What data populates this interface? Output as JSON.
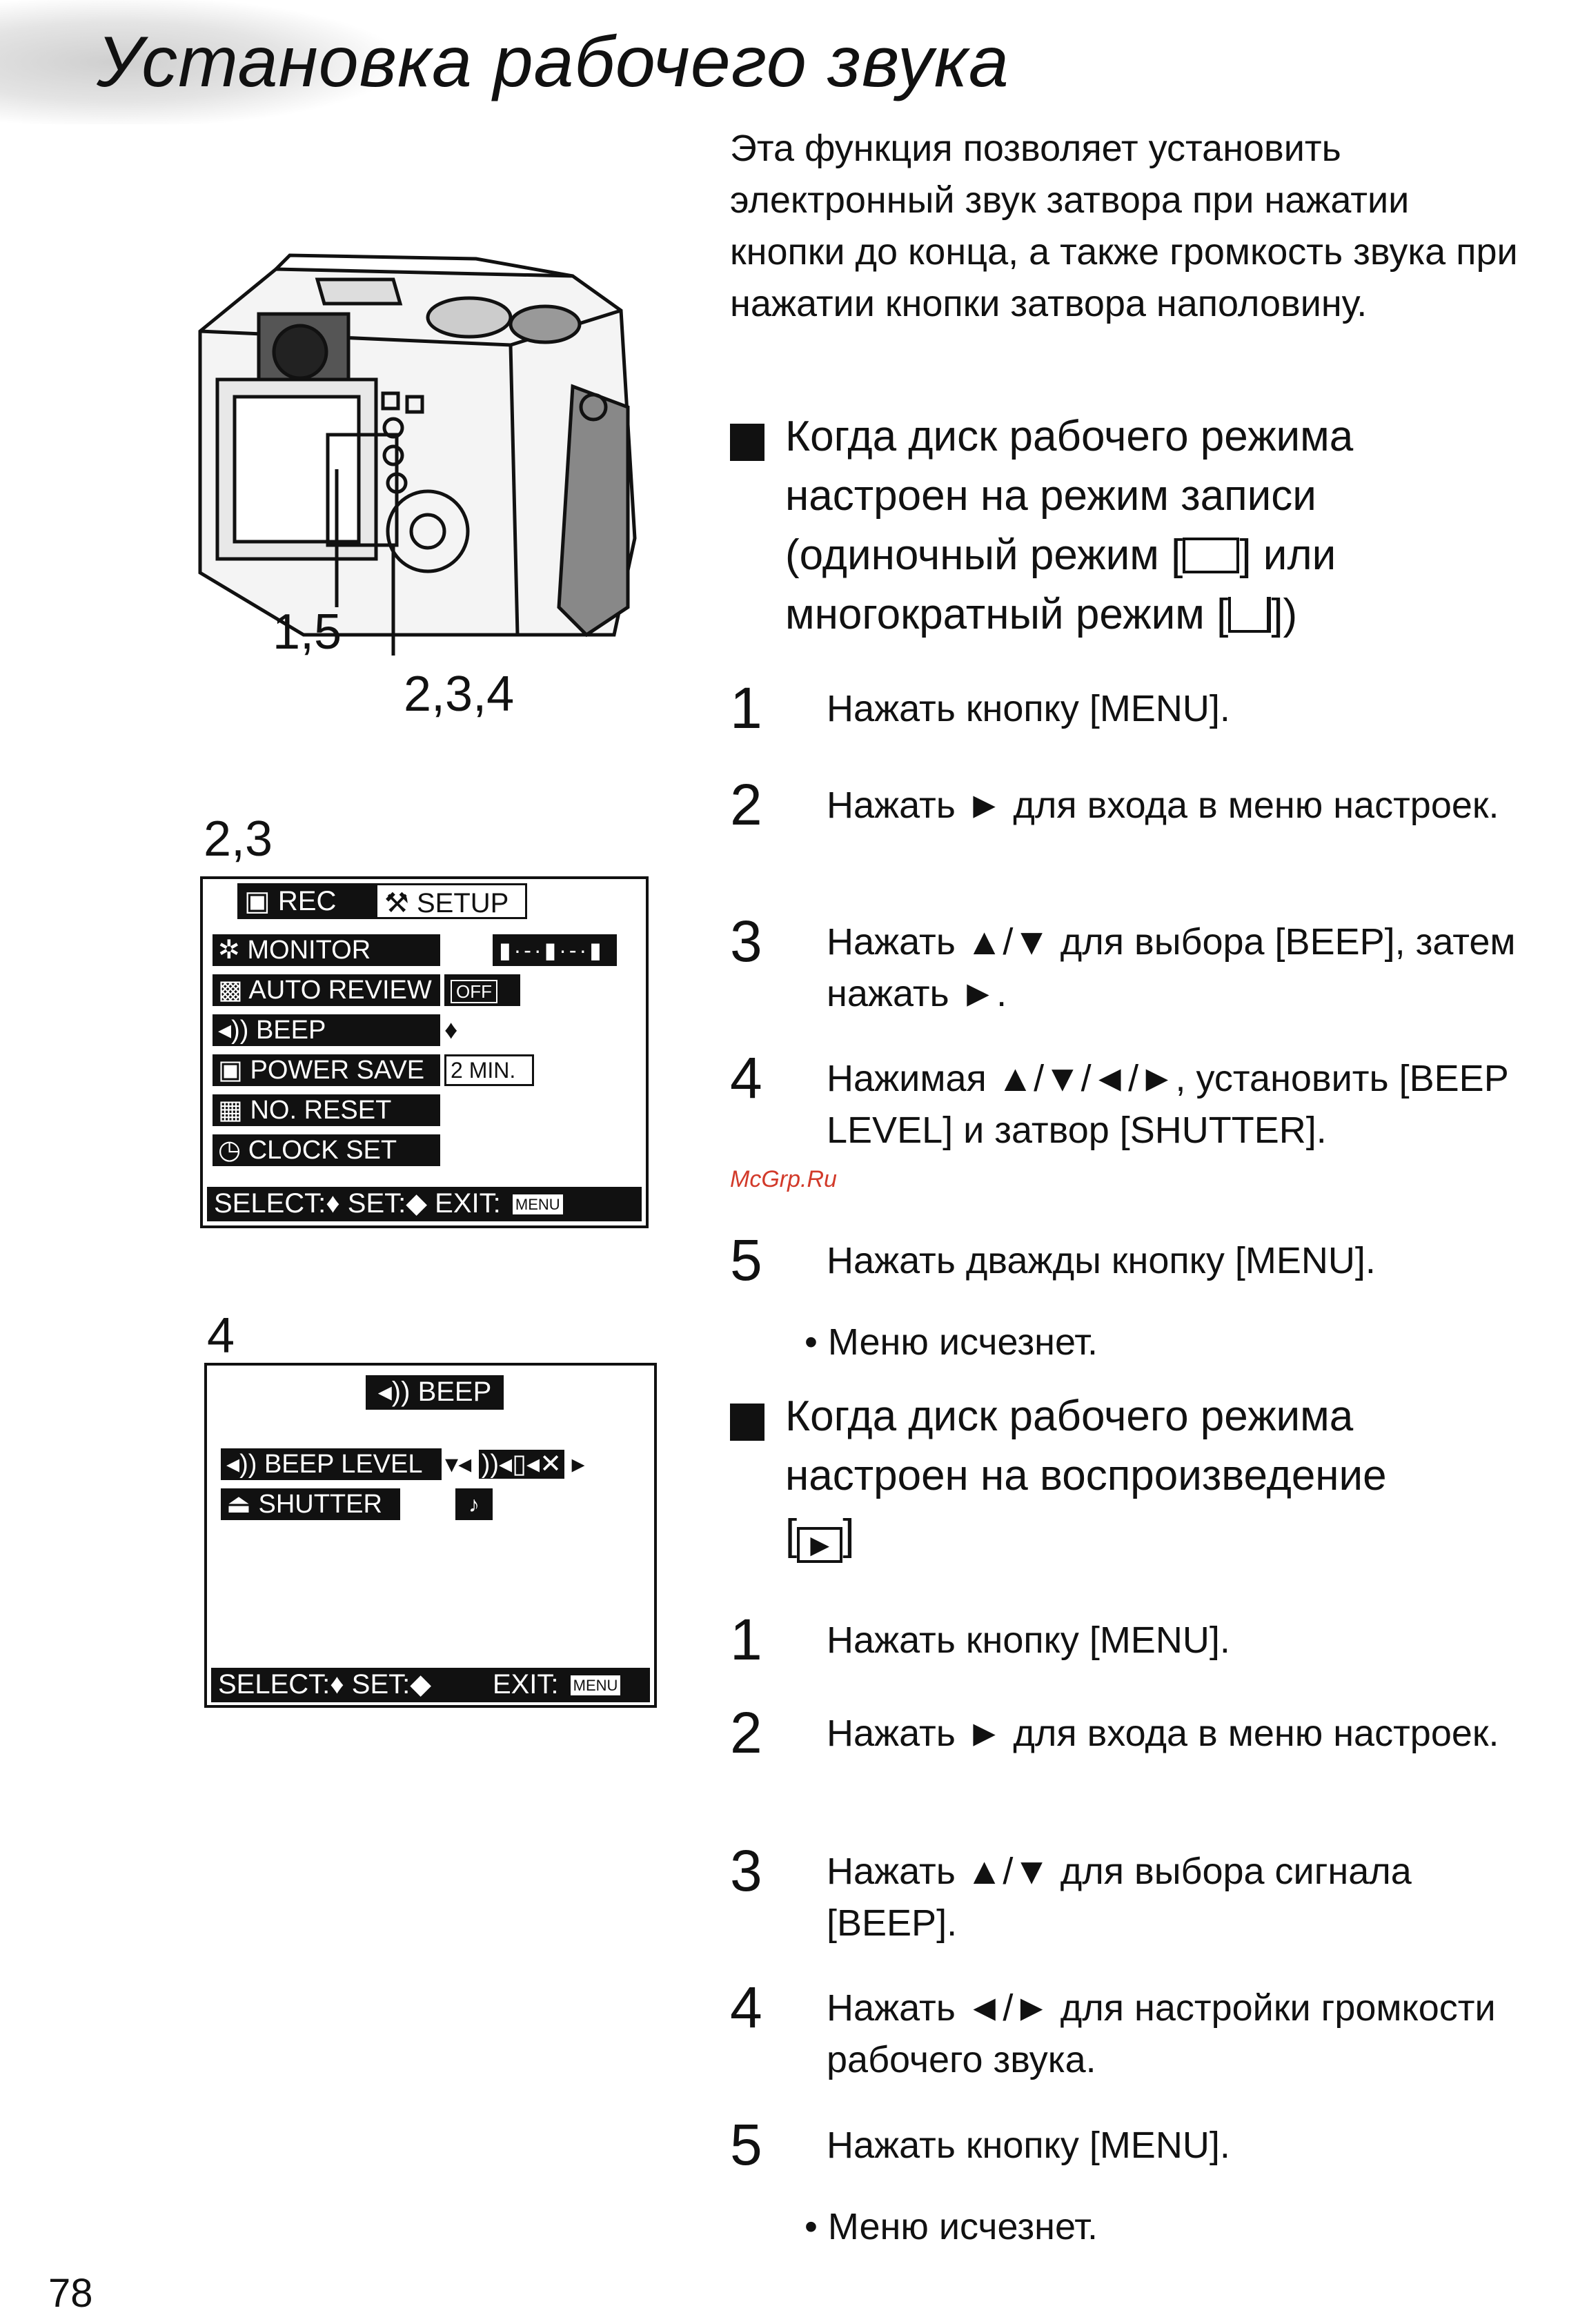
{
  "title": "Установка рабочего звука",
  "intro": "Эта функция позволяет установить электронный звук затвора при нажатии кнопки до конца, а также громкость звука при нажатии кнопки затвора наполовину.",
  "section1": {
    "line1": "Когда диск рабочего режима",
    "line2": "настроен на режим записи",
    "line3a": "(одиночный режим [",
    "line3b": "] или",
    "line4a": "многократный режим [",
    "line4b": "])",
    "steps": [
      {
        "num": "1",
        "text": "Нажать кнопку [MENU]."
      },
      {
        "num": "2",
        "text": "Нажать ► для входа в меню настроек."
      },
      {
        "num": "3",
        "text": "Нажать ▲/▼ для выбора [BEEP], затем нажать ►."
      },
      {
        "num": "4",
        "text": "Нажимая ▲/▼/◄/►, установить [BEEP LEVEL] и затвор [SHUTTER]."
      },
      {
        "num": "5",
        "text": "Нажать дважды кнопку [MENU]."
      }
    ],
    "bullet": "• Меню исчезнет."
  },
  "section2": {
    "line1": "Когда диск рабочего режима",
    "line2": "настроен на воспроизведение",
    "line3a": "[",
    "line3b": "]",
    "steps": [
      {
        "num": "1",
        "text": "Нажать кнопку [MENU]."
      },
      {
        "num": "2",
        "text": "Нажать ► для входа в меню настроек."
      },
      {
        "num": "3",
        "text": "Нажать ▲/▼ для выбора сигнала [BEEP]."
      },
      {
        "num": "4",
        "text": "Нажать ◄/► для настройки громкости рабочего звука."
      },
      {
        "num": "5",
        "text": "Нажать кнопку [MENU]."
      }
    ],
    "bullet": "• Меню исчезнет."
  },
  "figure_labels": {
    "camera_a": "1,5",
    "camera_b": "2,3,4",
    "screen1": "2,3",
    "screen2": "4"
  },
  "screen1": {
    "tab_rec": "REC",
    "tab_setup": "SETUP",
    "rows": [
      "✲ MONITOR",
      "AUTO REVIEW",
      "BEEP",
      "POWER SAVE",
      "NO. RESET",
      "◷ CLOCK SET"
    ],
    "off": "OFF",
    "power_save_value": "2 MIN.",
    "footer": "SELECT:♦   SET:◆   EXIT:",
    "menu_icon": "MENU"
  },
  "screen2": {
    "header": "BEEP",
    "row1": "BEEP LEVEL",
    "row2": "SHUTTER",
    "footer": "SELECT:♦ SET:◆        EXIT:",
    "menu_icon": "MENU"
  },
  "watermark": "McGrp.Ru",
  "page_number": "78"
}
